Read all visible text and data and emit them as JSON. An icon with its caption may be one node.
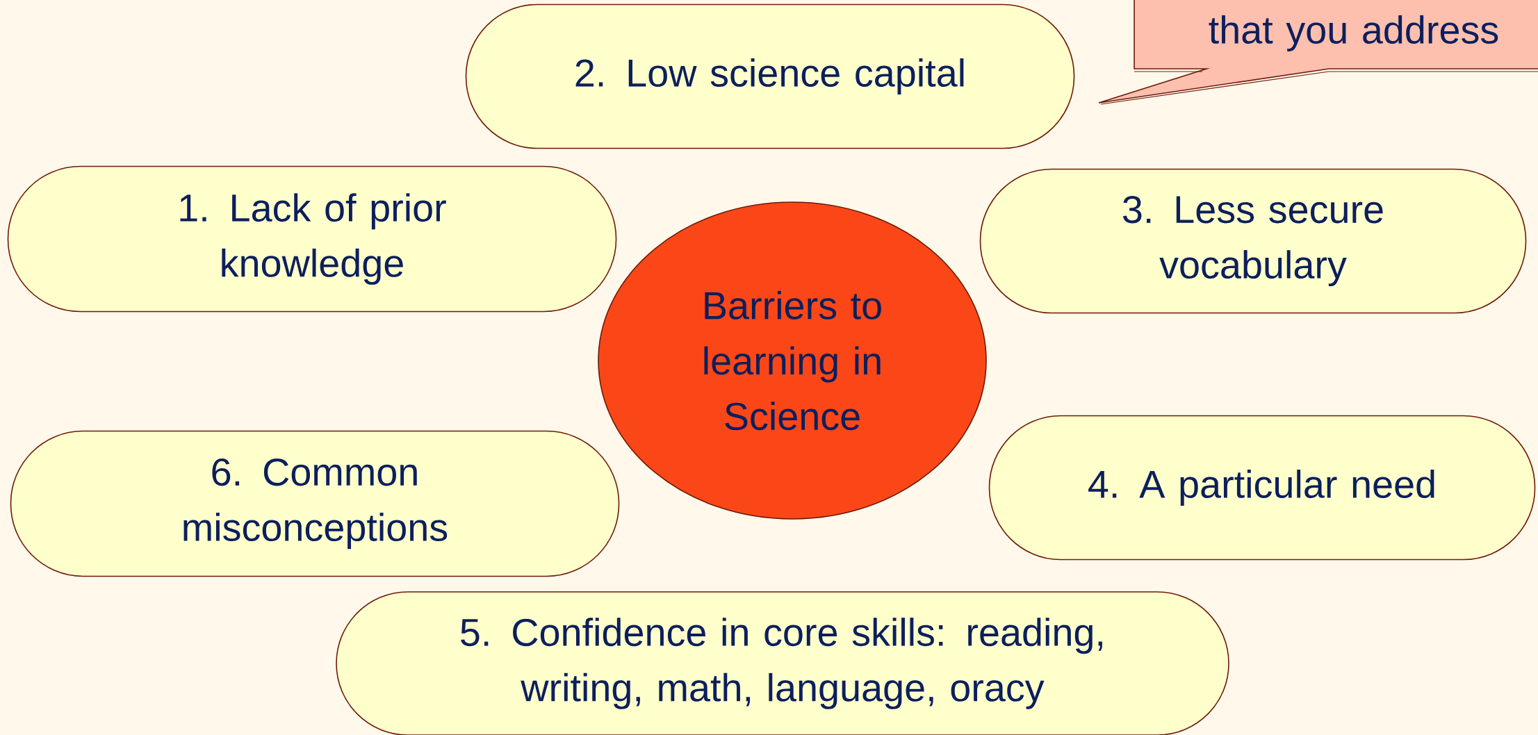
{
  "diagram": {
    "nodes": [
      {
        "text": [
          "2. Low science capital"
        ]
      },
      {
        "text": [
          "that you address"
        ]
      },
      {
        "text": [
          "1. Lack of prior knowledge"
        ]
      },
      {
        "text": [
          "Barriers to learning in Science"
        ]
      },
      {
        "text": [
          "3. Less secure vocabulary"
        ]
      },
      {
        "text": [
          "6. Common misconceptions"
        ]
      },
      {
        "text": [
          "4. A particular need"
        ]
      },
      {
        "text": [
          "5. Confidence in core skills: reading, writing, math, language, oracy"
        ]
      }
    ]
  }
}
